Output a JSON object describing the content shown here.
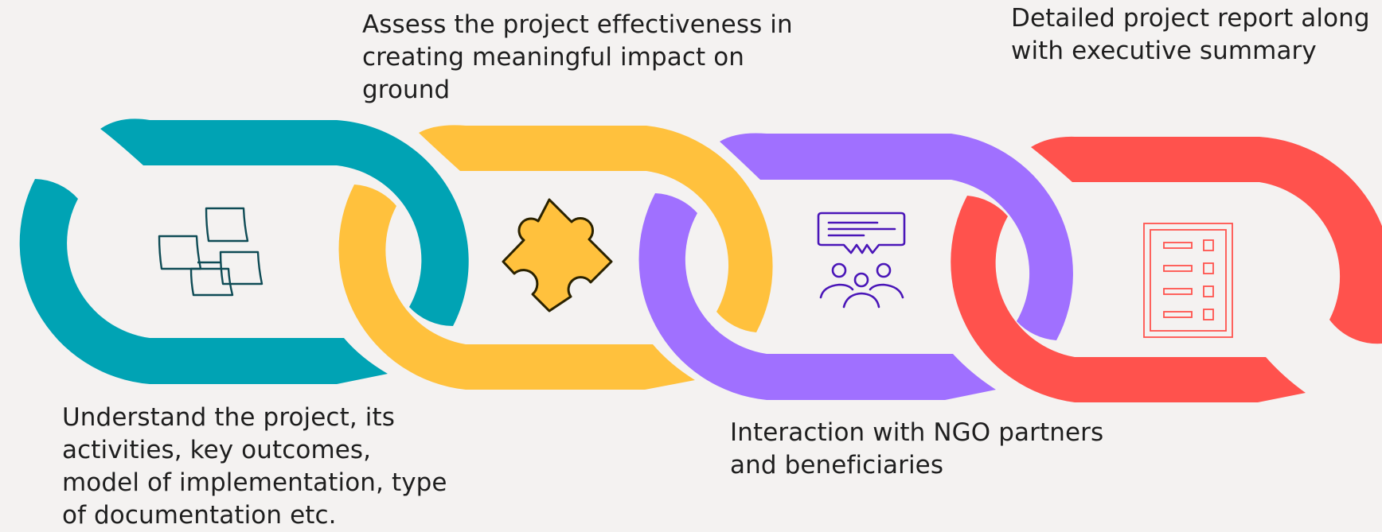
{
  "steps": [
    {
      "id": "understand",
      "caption": [
        "Understand the project, its",
        "activities, key outcomes,",
        "model of implementation, type",
        "of documentation etc."
      ],
      "color": "#00A3B4",
      "icon": "sticky-notes-icon"
    },
    {
      "id": "assess",
      "caption": [
        "Assess the project effectiveness in",
        "creating meaningful impact on",
        "ground"
      ],
      "color": "#FFC13D",
      "icon": "puzzle-piece-icon"
    },
    {
      "id": "interact",
      "caption": [
        "Interaction with NGO partners",
        "and beneficiaries"
      ],
      "color": "#A070FF",
      "icon": "group-discussion-icon"
    },
    {
      "id": "report",
      "caption": [
        "Detailed project report along",
        "with executive summary"
      ],
      "color": "#FF524D",
      "icon": "report-checklist-icon"
    }
  ],
  "colors": {
    "background": "#F4F2F1",
    "text": "#1E1E1E",
    "icon_sticky": "#0E4B55",
    "icon_puzzle_outline": "#2A2200",
    "icon_people": "#4A16B8",
    "icon_report": "#FF524D"
  }
}
